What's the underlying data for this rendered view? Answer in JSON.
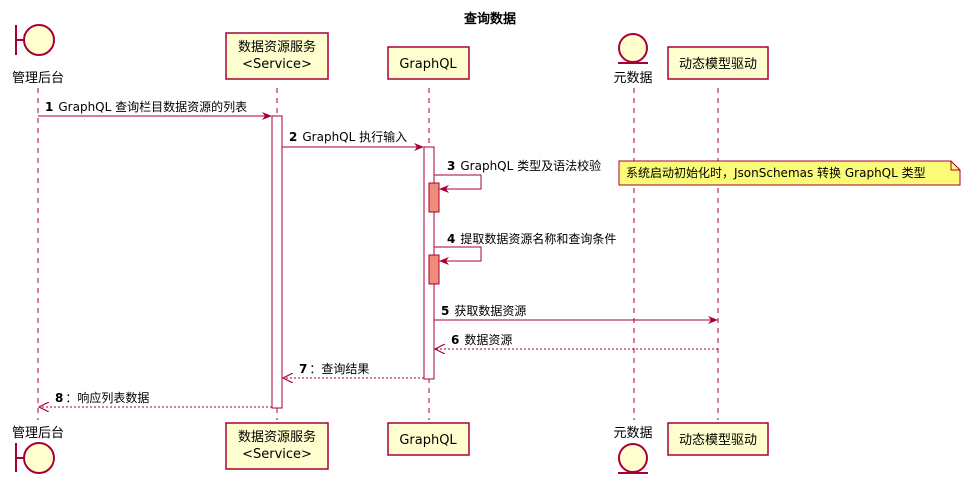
{
  "title": "查询数据",
  "participants": {
    "admin": {
      "label": "管理后台",
      "kind": "boundary"
    },
    "service": {
      "label_lines": [
        "数据资源服务",
        "<Service>"
      ],
      "kind": "participant"
    },
    "graphql": {
      "label": "GraphQL",
      "kind": "participant"
    },
    "meta": {
      "label": "元数据",
      "kind": "entity"
    },
    "driver": {
      "label": "动态模型驱动",
      "kind": "participant"
    }
  },
  "messages": [
    {
      "num": "1",
      "text": "GraphQL 查询栏目数据资源的列表",
      "from": "admin",
      "to": "service",
      "style": "solid"
    },
    {
      "num": "2",
      "text": "GraphQL 执行输入",
      "from": "service",
      "to": "graphql",
      "style": "solid"
    },
    {
      "num": "3",
      "text": "GraphQL 类型及语法校验",
      "from": "graphql",
      "to": "graphql",
      "style": "solid"
    },
    {
      "num": "4",
      "text": "提取数据资源名称和查询条件",
      "from": "graphql",
      "to": "graphql",
      "style": "solid"
    },
    {
      "num": "5",
      "text": "获取数据资源",
      "from": "graphql",
      "to": "driver",
      "style": "solid"
    },
    {
      "num": "6",
      "text": "数据资源",
      "from": "driver",
      "to": "graphql",
      "style": "dashed"
    },
    {
      "num": "7",
      "text": "：查询结果",
      "from": "graphql",
      "to": "service",
      "style": "dashed"
    },
    {
      "num": "8",
      "text": "：响应列表数据",
      "from": "service",
      "to": "admin",
      "style": "dashed"
    }
  ],
  "note": {
    "text": "系统启动初始化时，JsonSchemas 转换 GraphQL 类型"
  },
  "colors": {
    "participant_fill": "#FEFECE",
    "border": "#A80036",
    "activation_fill": "#FFFFFF",
    "self_activation_fill": "#F08D7A",
    "note_fill": "#FBFB77",
    "lifeline": "#A80036"
  }
}
